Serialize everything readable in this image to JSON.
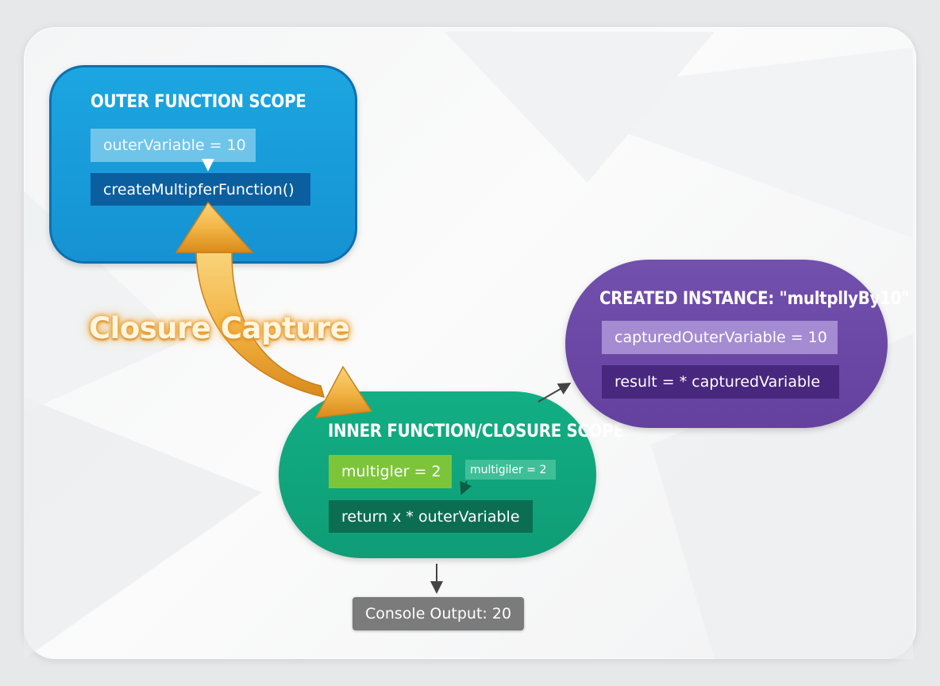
{
  "outer_scope": {
    "title": "OUTER FUNCTION SCOPE",
    "variable": "outerVariable = 10",
    "function": "createMultipferFunction()"
  },
  "closure_label": "Closure Capture",
  "inner_scope": {
    "title": "INNER FUNCTION/CLOSURE SCOPE",
    "multiplier": "multigler = 2",
    "multiplier_small": "multigiler = 2",
    "return_statement": "return x * outerVariable"
  },
  "instance": {
    "title": "CREATED INSTANCE: \"multpllyBy10\"",
    "captured_variable": "capturedOuterVariable = 10",
    "result": "result = * capturedVariable"
  },
  "console_output": "Console Output: 20",
  "colors": {
    "outer_scope": "#1592d3",
    "inner_scope": "#0f9d76",
    "instance": "#64419e",
    "closure_arrow": "#f0a828",
    "console": "#7b7b7b"
  }
}
